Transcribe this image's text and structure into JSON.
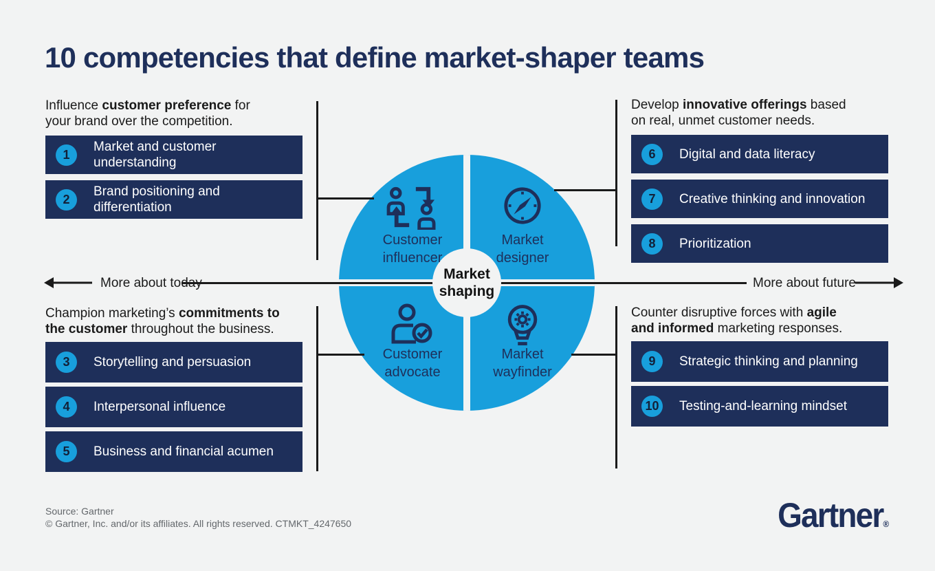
{
  "title": "10 competencies that define market-shaper teams",
  "colors": {
    "navy": "#1e2f5a",
    "blue": "#189fdc",
    "ink": "#1a1a1a",
    "bg": "#f2f3f3",
    "footer_gray": "#63676b"
  },
  "axis": {
    "left_label": "More about today",
    "right_label": "More about future"
  },
  "wheel": {
    "center_label": "Market shaping",
    "quadrants": [
      {
        "label": "Customer\ninfluencer",
        "icon": "people-exchange-icon"
      },
      {
        "label": "Market\ndesigner",
        "icon": "compass-icon"
      },
      {
        "label": "Customer\nadvocate",
        "icon": "person-check-icon"
      },
      {
        "label": "Market\nwayfinder",
        "icon": "lightbulb-gear-icon"
      }
    ]
  },
  "groups": {
    "top_left": {
      "intro": [
        {
          "t": "Influence "
        },
        {
          "t": "customer preference",
          "b": true
        },
        {
          "t": " for\nyour brand over the competition."
        }
      ],
      "items": [
        {
          "num": "1",
          "label": "Market and customer\nunderstanding"
        },
        {
          "num": "2",
          "label": "Brand positioning and\ndifferentiation"
        }
      ]
    },
    "bottom_left": {
      "intro": [
        {
          "t": "Champion marketing’s "
        },
        {
          "t": "commitments to\nthe customer",
          "b": true
        },
        {
          "t": " throughout the business."
        }
      ],
      "items": [
        {
          "num": "3",
          "label": "Storytelling and persuasion"
        },
        {
          "num": "4",
          "label": "Interpersonal influence"
        },
        {
          "num": "5",
          "label": "Business and financial acumen"
        }
      ]
    },
    "top_right": {
      "intro": [
        {
          "t": "Develop "
        },
        {
          "t": "innovative offerings",
          "b": true
        },
        {
          "t": " based\non real, unmet customer needs."
        }
      ],
      "items": [
        {
          "num": "6",
          "label": "Digital and data literacy"
        },
        {
          "num": "7",
          "label": "Creative thinking and innovation"
        },
        {
          "num": "8",
          "label": "Prioritization"
        }
      ]
    },
    "bottom_right": {
      "intro": [
        {
          "t": "Counter disruptive forces with "
        },
        {
          "t": "agile\nand informed",
          "b": true
        },
        {
          "t": " marketing responses."
        }
      ],
      "items": [
        {
          "num": "9",
          "label": "Strategic thinking and planning"
        },
        {
          "num": "10",
          "label": "Testing-and-learning mindset"
        }
      ]
    }
  },
  "footer": {
    "source": "Source: Gartner",
    "copyright": "© Gartner, Inc. and/or its affiliates. All rights reserved. CTMKT_4247650",
    "logo_text": "Gartner",
    "logo_reg": "®"
  }
}
